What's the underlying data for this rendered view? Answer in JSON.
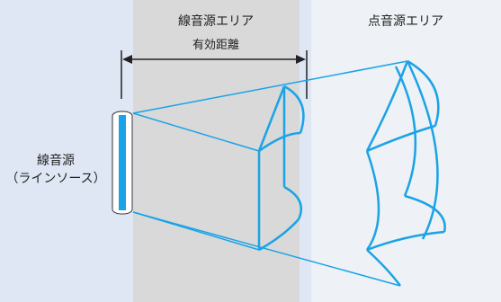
{
  "labels": {
    "line_source_area": "線音源エリア",
    "point_source_area": "点音源エリア",
    "effective_distance": "有効距離",
    "line_source": "線音源",
    "line_source_sub": "（ラインソース）"
  },
  "colors": {
    "background": "#dfe6f4",
    "line_area": "#d9d9d9",
    "point_area": "#eef1f5",
    "beam": "#1aa3e6",
    "dim_line": "#222222"
  }
}
